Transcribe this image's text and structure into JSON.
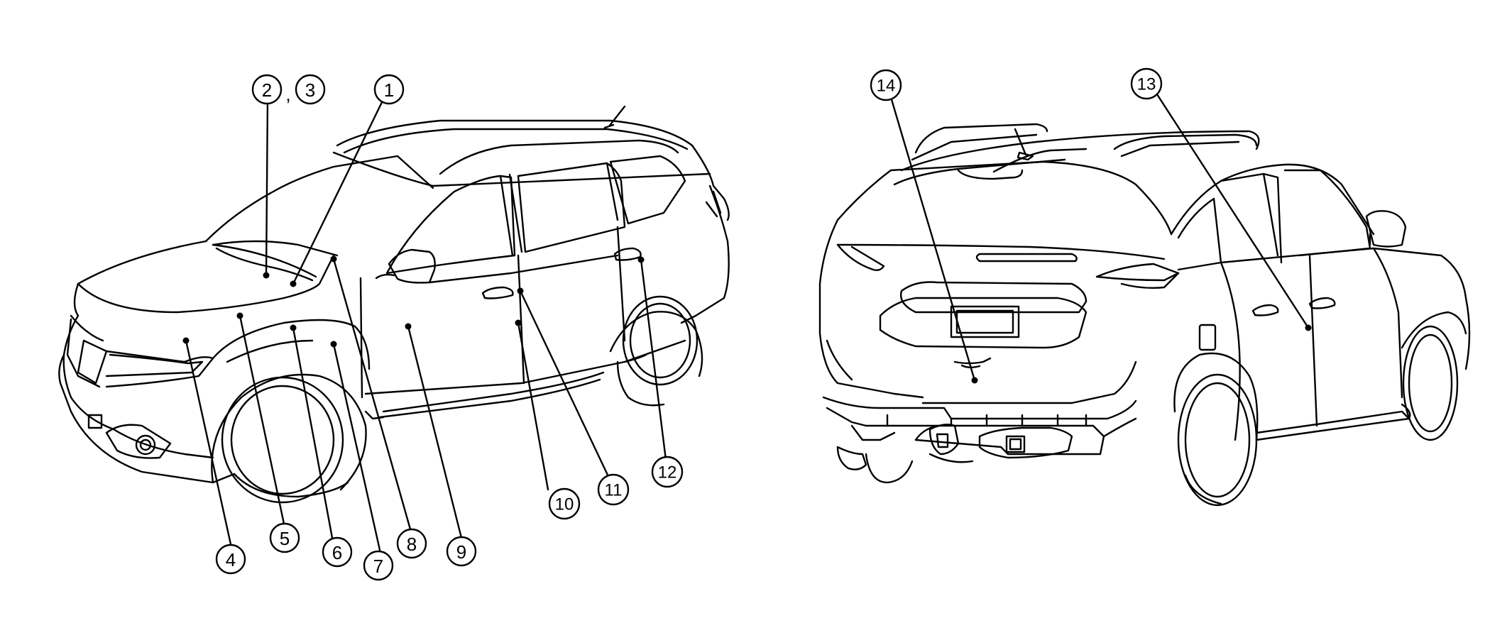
{
  "diagram": {
    "front_view": {
      "labels": [
        {
          "id": "c2",
          "text": "2"
        },
        {
          "id": "comma",
          "text": ","
        },
        {
          "id": "c3",
          "text": "3"
        },
        {
          "id": "c1",
          "text": "1"
        },
        {
          "id": "c4",
          "text": "4"
        },
        {
          "id": "c5",
          "text": "5"
        },
        {
          "id": "c6",
          "text": "6"
        },
        {
          "id": "c7",
          "text": "7"
        },
        {
          "id": "c8",
          "text": "8"
        },
        {
          "id": "c9",
          "text": "9"
        },
        {
          "id": "c10",
          "text": "10"
        },
        {
          "id": "c11",
          "text": "11"
        },
        {
          "id": "c12",
          "text": "12"
        }
      ]
    },
    "rear_view": {
      "labels": [
        {
          "id": "c14",
          "text": "14"
        },
        {
          "id": "c13",
          "text": "13"
        }
      ]
    }
  },
  "colors": {
    "line": "#000000",
    "background": "#ffffff"
  }
}
